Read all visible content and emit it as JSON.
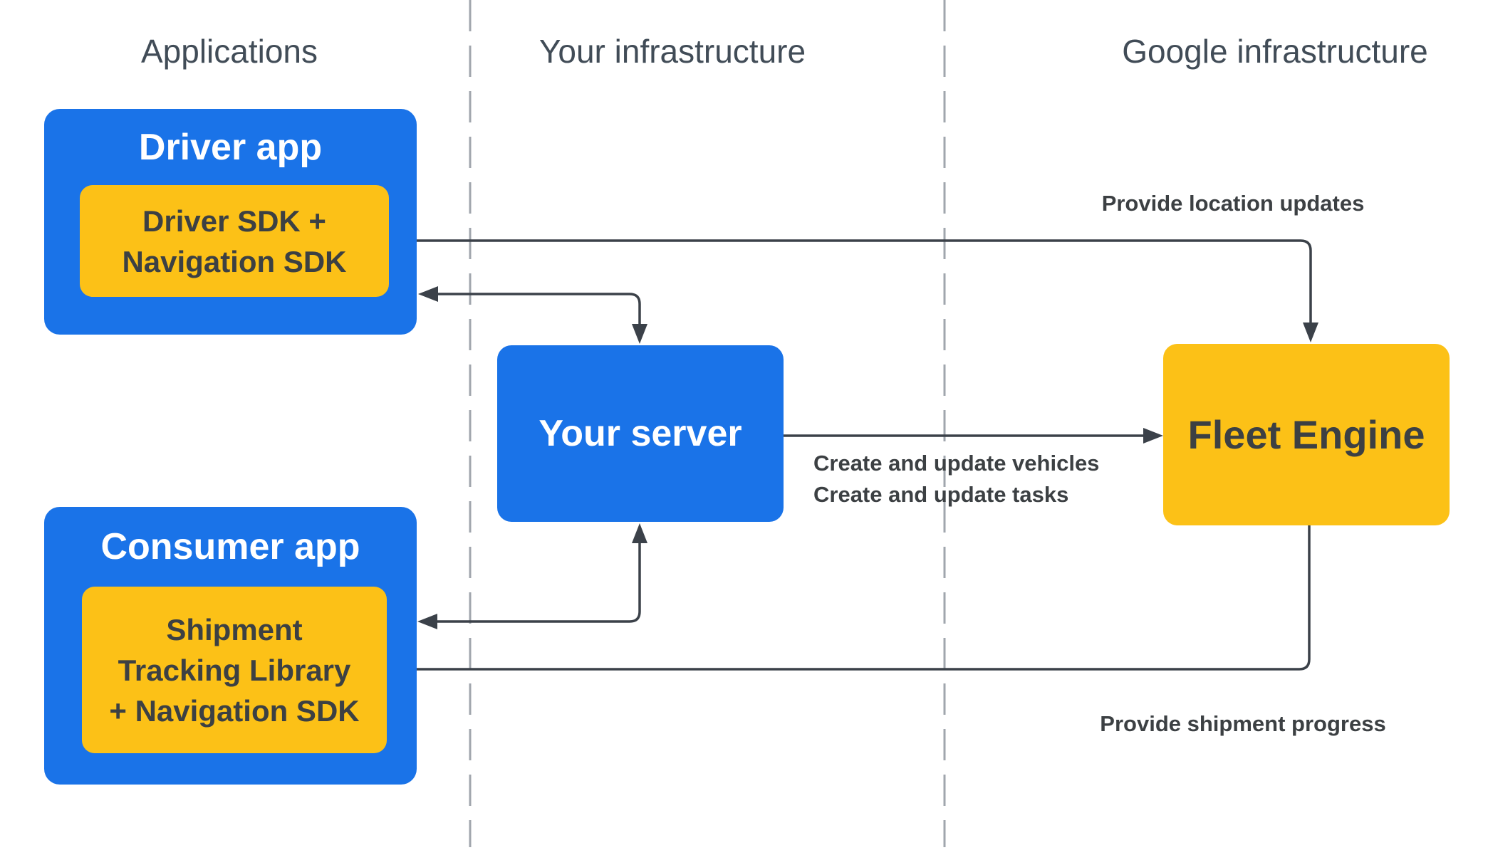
{
  "diagram": {
    "columns": [
      {
        "label": "Applications"
      },
      {
        "label": "Your infrastructure"
      },
      {
        "label": "Google infrastructure"
      }
    ],
    "nodes": {
      "driver_app": {
        "title": "Driver app"
      },
      "driver_sdk": {
        "line1": "Driver SDK +",
        "line2": "Navigation SDK"
      },
      "consumer_app": {
        "title": "Consumer app"
      },
      "consumer_lib": {
        "line1": "Shipment",
        "line2": "Tracking Library",
        "line3": "+ Navigation SDK"
      },
      "your_server": {
        "title": "Your server"
      },
      "fleet_engine": {
        "title": "Fleet Engine"
      }
    },
    "edge_labels": {
      "location_updates": "Provide location updates",
      "create_vehicles": "Create and update vehicles",
      "create_tasks": "Create and update tasks",
      "shipment_progress": "Provide shipment progress"
    },
    "colors": {
      "node_blue": "#1a73e8",
      "node_yellow": "#fcc117",
      "line_dark": "#3b4149",
      "dash_gray": "#a0a6ad",
      "header_text": "#414c57",
      "dark_text": "#3c4043"
    }
  }
}
